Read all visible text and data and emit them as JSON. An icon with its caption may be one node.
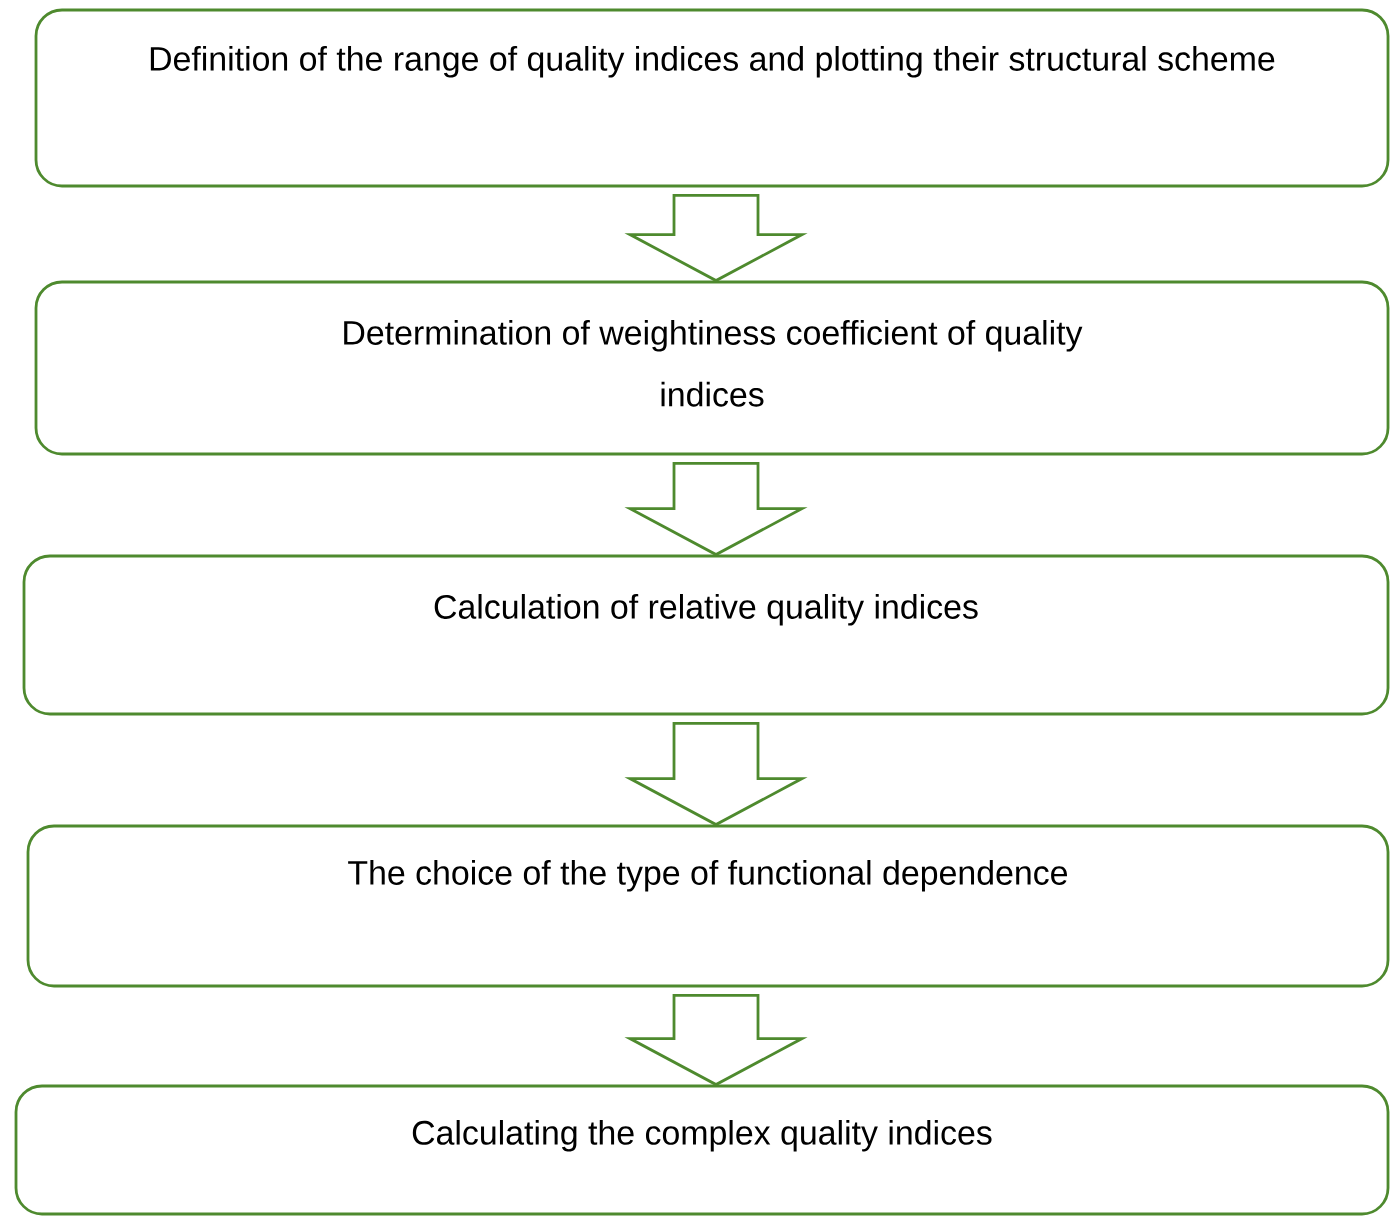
{
  "diagram": {
    "nodes": [
      {
        "text": [
          "Definition of the range of quality indices and plotting their structural scheme"
        ]
      },
      {
        "text": [
          "Determination of weightiness coefficient of quality indices"
        ]
      },
      {
        "text": [
          "Calculation of relative quality indices"
        ]
      },
      {
        "text": [
          "The choice of the type of functional dependence"
        ]
      },
      {
        "text": [
          "Calculating the complex quality indices"
        ]
      }
    ],
    "edges": [
      {
        "from": 0,
        "to": 1,
        "arrow": "to"
      },
      {
        "from": 1,
        "to": 2,
        "arrow": "to"
      },
      {
        "from": 2,
        "to": 3,
        "arrow": "to"
      },
      {
        "from": 3,
        "to": 4,
        "arrow": "to"
      }
    ]
  }
}
